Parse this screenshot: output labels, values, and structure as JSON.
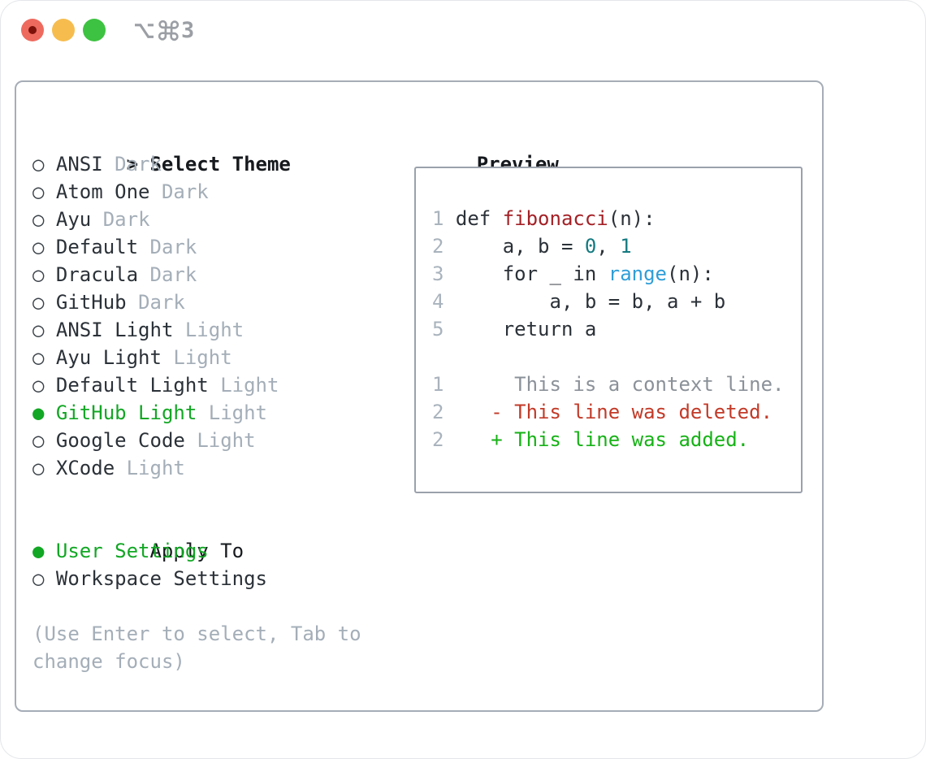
{
  "window": {
    "traffic_lights": {
      "close": "close",
      "minimize": "minimize",
      "zoom": "zoom"
    },
    "shortcut": {
      "option_symbol": "⌥",
      "command_symbol": "⌘",
      "key": "3",
      "display": "⌥⌘3"
    }
  },
  "theme_panel": {
    "prompt": ">",
    "title": "Select Theme",
    "radio": {
      "selected_glyph": "●",
      "unselected_glyph": "○"
    },
    "themes": [
      {
        "name": "ANSI",
        "variant": "Dark",
        "selected": false
      },
      {
        "name": "Atom One",
        "variant": "Dark",
        "selected": false
      },
      {
        "name": "Ayu",
        "variant": "Dark",
        "selected": false
      },
      {
        "name": "Default",
        "variant": "Dark",
        "selected": false
      },
      {
        "name": "Dracula",
        "variant": "Dark",
        "selected": false
      },
      {
        "name": "GitHub",
        "variant": "Dark",
        "selected": false
      },
      {
        "name": "ANSI Light",
        "variant": "Light",
        "selected": false
      },
      {
        "name": "Ayu Light",
        "variant": "Light",
        "selected": false
      },
      {
        "name": "Default Light",
        "variant": "Light",
        "selected": false
      },
      {
        "name": "GitHub Light",
        "variant": "Light",
        "selected": true
      },
      {
        "name": "Google Code",
        "variant": "Light",
        "selected": false
      },
      {
        "name": "XCode",
        "variant": "Light",
        "selected": false
      }
    ],
    "apply_to": {
      "title": "Apply To",
      "options": [
        {
          "name": "User Settings",
          "selected": true
        },
        {
          "name": "Workspace Settings",
          "selected": false
        }
      ]
    },
    "hint": "(Use Enter to select, Tab to change focus)"
  },
  "preview": {
    "title": "Preview",
    "lines": [
      {
        "segments": [
          {
            "cls": "ln",
            "text": "1"
          },
          {
            "cls": "pl",
            "text": " def "
          },
          {
            "cls": "fn",
            "text": "fibonacci"
          },
          {
            "cls": "pl",
            "text": "(n):"
          }
        ]
      },
      {
        "segments": [
          {
            "cls": "ln",
            "text": "2"
          },
          {
            "cls": "pl",
            "text": "     a, b = "
          },
          {
            "cls": "num",
            "text": "0"
          },
          {
            "cls": "pl",
            "text": ", "
          },
          {
            "cls": "num",
            "text": "1"
          }
        ]
      },
      {
        "segments": [
          {
            "cls": "ln",
            "text": "3"
          },
          {
            "cls": "pl",
            "text": "     for _ in "
          },
          {
            "cls": "bi",
            "text": "range"
          },
          {
            "cls": "pl",
            "text": "(n):"
          }
        ]
      },
      {
        "segments": [
          {
            "cls": "ln",
            "text": "4"
          },
          {
            "cls": "pl",
            "text": "         a, b = b, a + b"
          }
        ]
      },
      {
        "segments": [
          {
            "cls": "ln",
            "text": "5"
          },
          {
            "cls": "pl",
            "text": "     return a"
          }
        ]
      },
      {
        "segments": [
          {
            "cls": "ln",
            "text": ""
          }
        ]
      },
      {
        "segments": [
          {
            "cls": "ln",
            "text": "1"
          },
          {
            "cls": "ctx",
            "text": "      This is a context line."
          }
        ]
      },
      {
        "segments": [
          {
            "cls": "ln",
            "text": "2"
          },
          {
            "cls": "del",
            "text": "    - This line was deleted."
          }
        ]
      },
      {
        "segments": [
          {
            "cls": "ln",
            "text": "2"
          },
          {
            "cls": "add",
            "text": "    + This line was added."
          }
        ]
      }
    ]
  },
  "colors": {
    "accent_green": "#12a724",
    "text_dark": "#2b3138",
    "text_muted": "#a4aeb8",
    "header_black": "#16191d",
    "func_red": "#a32126",
    "number_teal": "#147a80",
    "builtin_blue": "#2f9ed8",
    "context_gray": "#8b9199",
    "deleted_red": "#c23a28",
    "added_green": "#16b216",
    "line_number_gray": "#a9b3bd",
    "circle_outline": "#3a4148",
    "panel_border": "#a6adb6",
    "preview_border": "#9aa1ab",
    "title_gray": "#9b9fa5",
    "traffic_red": "#ee6a5f",
    "traffic_red_dot": "#7d120b",
    "traffic_yellow": "#f6bd4e",
    "traffic_green": "#3ec241"
  }
}
